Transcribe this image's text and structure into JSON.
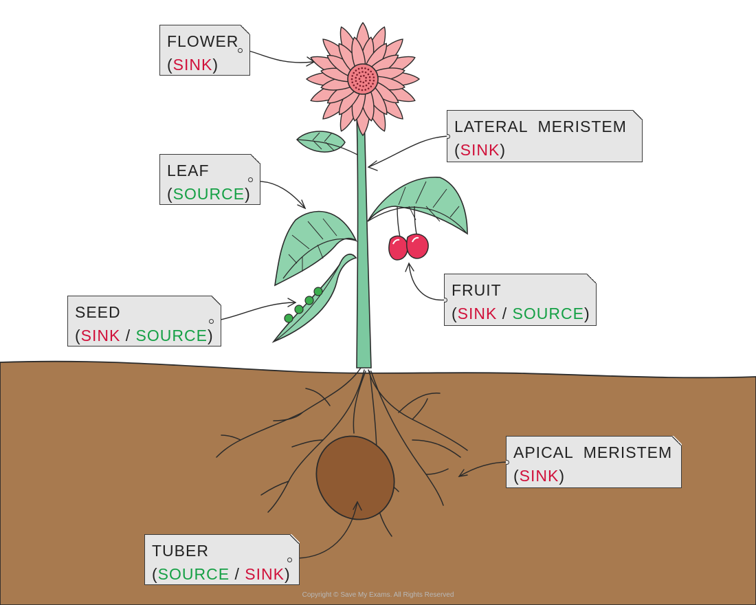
{
  "labels": {
    "flower": {
      "name": "FLOWER",
      "role_open": "(",
      "role_1": "SINK",
      "role_close": ")"
    },
    "lateral": {
      "name": "LATERAL  MERISTEM",
      "role_open": "(",
      "role_1": "SINK",
      "role_close": ")"
    },
    "leaf": {
      "name": "LEAF",
      "role_open": "(",
      "role_1": "SOURCE",
      "role_close": ")"
    },
    "seed": {
      "name": "SEED",
      "role_open": "(",
      "role_1": "SINK",
      "sep": " / ",
      "role_2": "SOURCE",
      "role_close": ")"
    },
    "fruit": {
      "name": "FRUIT",
      "role_open": "(",
      "role_1": "SINK",
      "sep": " / ",
      "role_2": "SOURCE",
      "role_close": ")"
    },
    "apical": {
      "name": "APICAL  MERISTEM",
      "role_open": "(",
      "role_1": "SINK",
      "role_close": ")"
    },
    "tuber": {
      "name": "TUBER",
      "role_open": "(",
      "role_1": "SOURCE",
      "sep": " / ",
      "role_2": "SINK",
      "role_close": ")"
    }
  },
  "copyright": "Copyright © Save My Exams. All Rights Reserved",
  "colors": {
    "sink": "#d0103a",
    "source": "#15a045",
    "soil": "#a87a4f",
    "stem": "#7cc9a0",
    "leaf": "#8fd3ad",
    "petal": "#f5a9ab",
    "tuber": "#8f5a32",
    "tag_fill": "#e6e6e6"
  }
}
